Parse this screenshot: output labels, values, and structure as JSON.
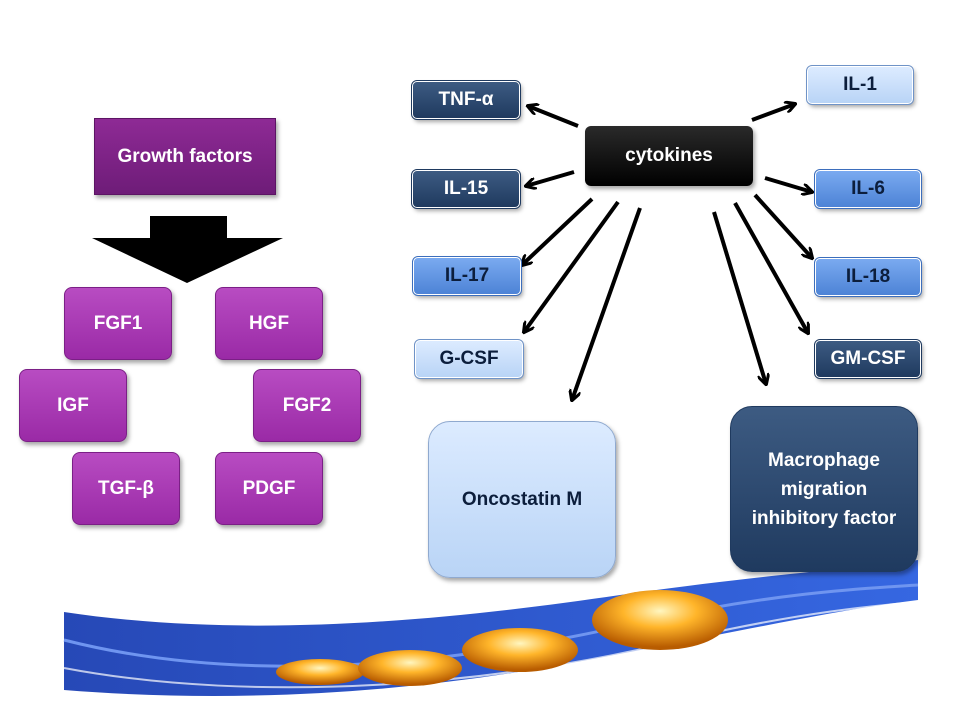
{
  "growth_factors": {
    "title": "Growth factors",
    "items": [
      "FGF1",
      "HGF",
      "IGF",
      "FGF2",
      "TGF-β",
      "PDGF"
    ]
  },
  "cytokines": {
    "title": "cytokines",
    "targets": [
      "TNF-α",
      "IL-1",
      "IL-15",
      "IL-6",
      "IL-17",
      "IL-18",
      "G-CSF",
      "GM-CSF",
      "Oncostatin M",
      "Macrophage migration inhibitory factor"
    ]
  },
  "colors": {
    "purple": "#9a2aa6",
    "dark_navy": "#1f3a5f",
    "mid_blue": "#4d83d6",
    "light_blue": "#c8ddf8",
    "black": "#000000"
  }
}
